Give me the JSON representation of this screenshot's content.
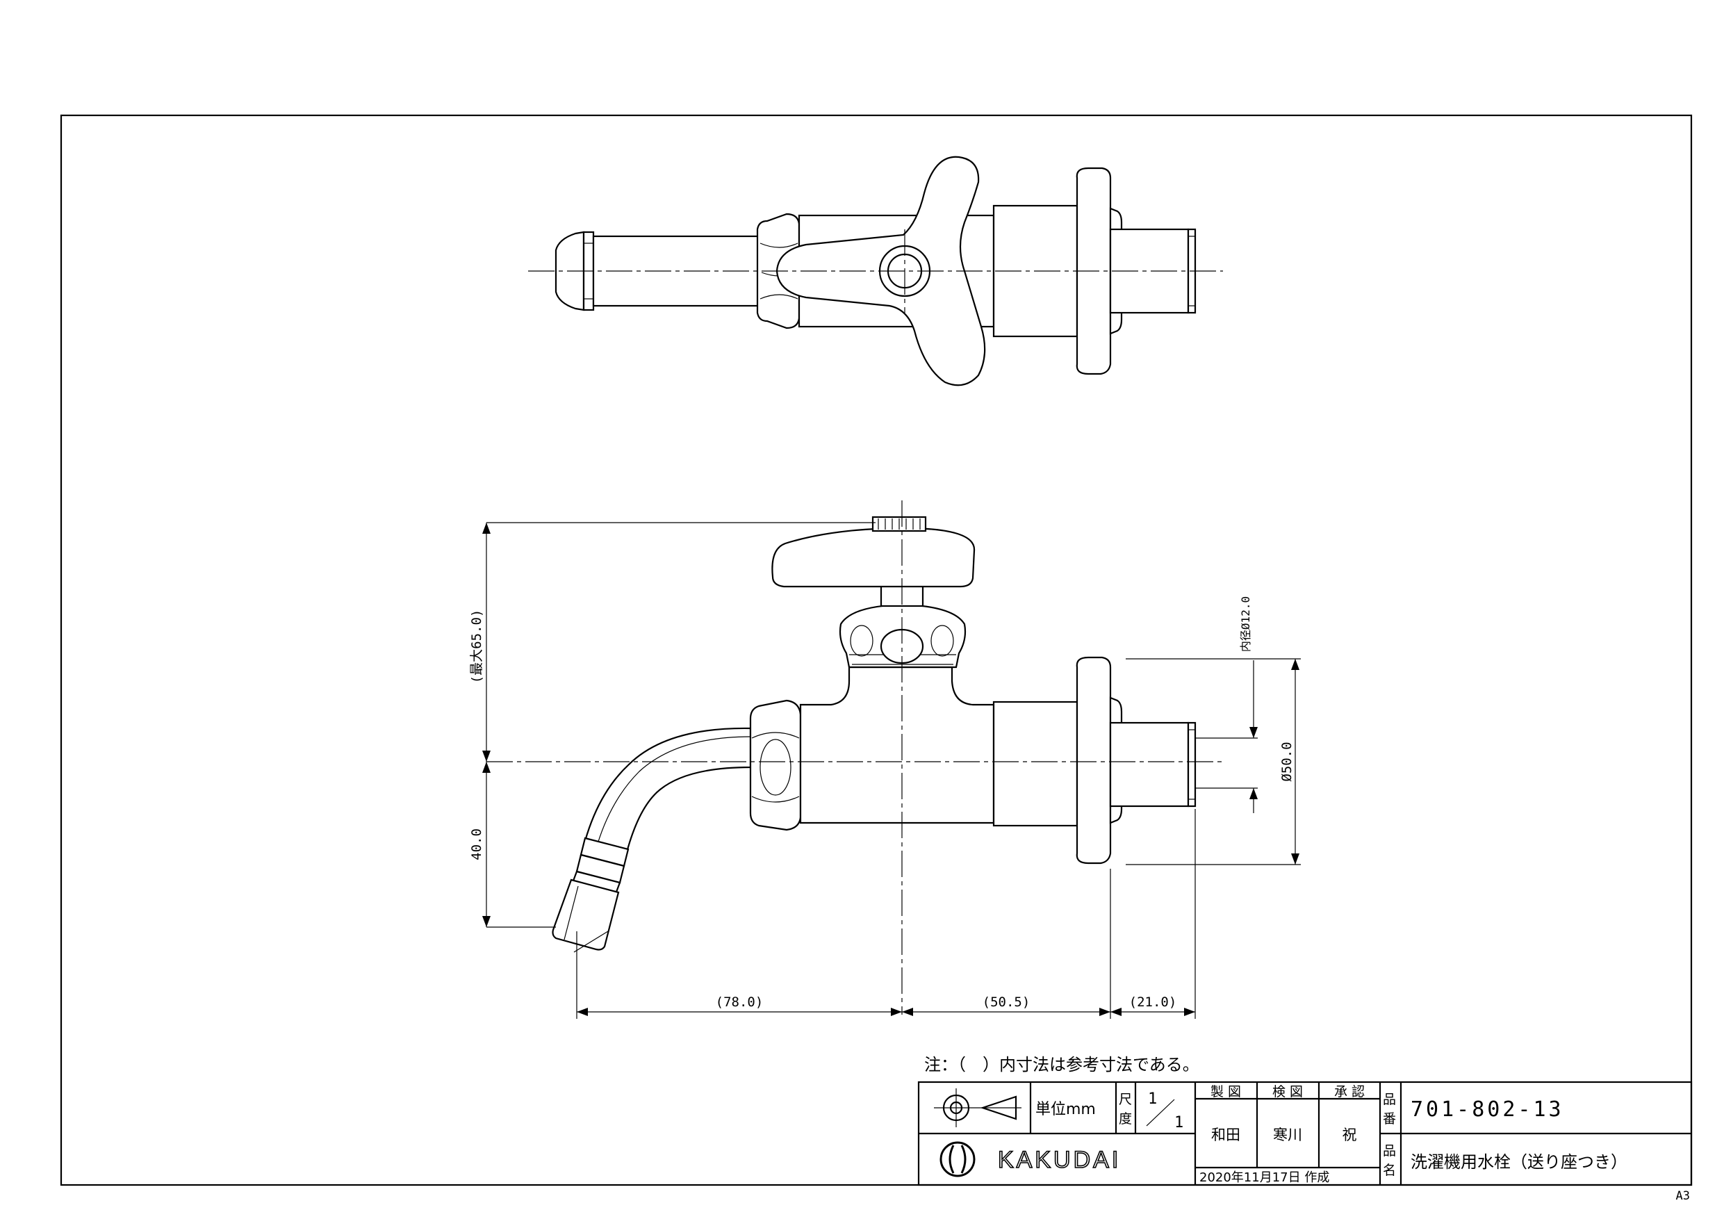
{
  "dimensions": {
    "max_height": "(最大65.0)",
    "lower_height": "40.0",
    "inner_dia": "内径Ø12.0",
    "flange_dia": "Ø50.0",
    "length_left": "(78.0)",
    "length_mid": "(50.5)",
    "length_right": "(21.0)"
  },
  "note": "注：（　）内寸法は参考寸法である。",
  "title_block": {
    "unit_label": "単位mm",
    "scale_label_1": "尺",
    "scale_label_2": "度",
    "scale_num": "1",
    "scale_den": "1",
    "maker_header": "製 図",
    "checker_header": "検 図",
    "approver_header": "承 認",
    "maker": "和田",
    "checker": "寒川",
    "approver": "祝",
    "date": "2020年11月17日 作成",
    "part_no_label_1": "品",
    "part_no_label_2": "番",
    "part_no": "701-802-13",
    "part_name_label_1": "品",
    "part_name_label_2": "名",
    "part_name": "洗濯機用水栓（送り座つき）",
    "brand": "KAKUDAI"
  },
  "sheet_size": "A3"
}
